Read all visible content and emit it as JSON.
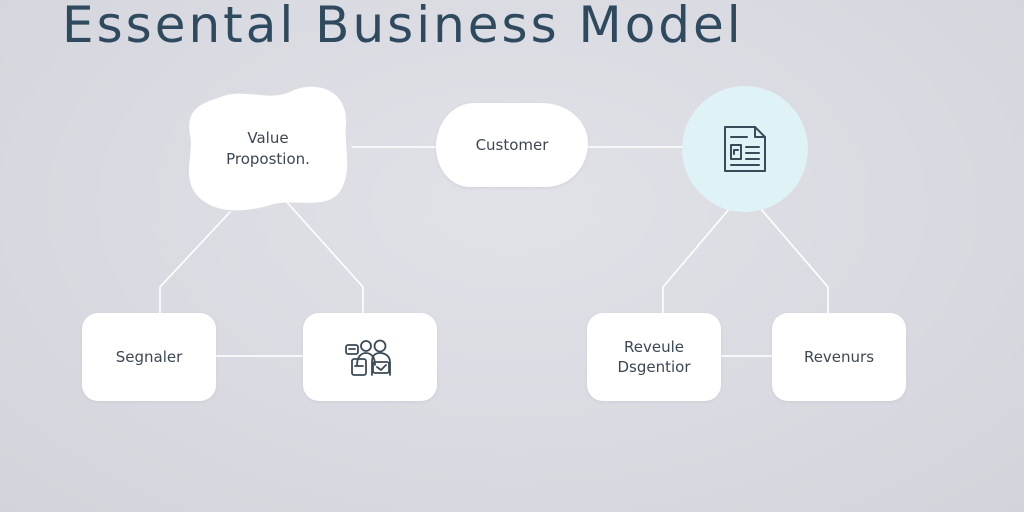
{
  "title": "Essental Business Model",
  "nodes": {
    "value_proposition": {
      "lines": [
        "Value",
        "Propostion."
      ]
    },
    "customer": {
      "label": "Customer"
    },
    "document_node": {
      "icon": "document-icon"
    },
    "segnaler": {
      "label": "Segnaler"
    },
    "people_node": {
      "icon": "people-icon"
    },
    "revenue_description": {
      "lines": [
        "Reveule",
        "Dsgentior"
      ]
    },
    "revenus": {
      "label": "Revenurs"
    }
  },
  "colors": {
    "background": "#dcdde3",
    "title": "#2f4a5e",
    "node_fill": "#ffffff",
    "accent_circle": "#dff2f6",
    "connector": "#ffffff",
    "icon_stroke": "#3a4a58"
  }
}
